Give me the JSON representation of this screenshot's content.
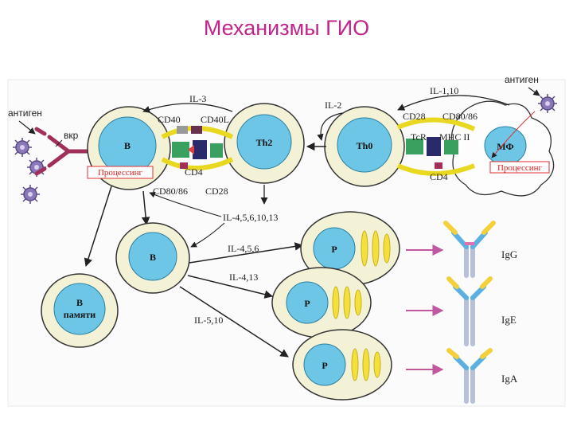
{
  "title": "Механизмы ГИО",
  "labels": {
    "antigen_left": "антиген",
    "antigen_right": "антиген",
    "bcr": "вкр",
    "il3": "IL-3",
    "il2": "IL-2",
    "il110": "IL-1,10",
    "cd40": "CD40",
    "cd40l": "CD40L",
    "cd28_top": "CD28",
    "cd8086_top": "CD80/86",
    "tcr": "TcR",
    "mhc": "MHC II",
    "cd4_left": "CD4",
    "cd4_right": "CD4",
    "cd8086_bottom": "CD80/86",
    "cd28_bottom": "CD28",
    "process_left": "Процессинг",
    "process_right": "Процессинг",
    "il4_13": "IL-4,5,6,10,13",
    "il456": "IL-4,5,6",
    "il413": "IL-4,13",
    "il510": "IL-5,10"
  },
  "cells": {
    "b_main": "B",
    "th2": "Th2",
    "th0": "Th0",
    "mf": "МФ",
    "b_mid": "B",
    "b_mem_line1": "B",
    "b_mem_line2": "памяти",
    "p1": "P",
    "p2": "P",
    "p3": "P"
  },
  "antibodies": {
    "igg": "IgG",
    "ige": "IgE",
    "iga": "IgA"
  },
  "colors": {
    "title": "#c0248a",
    "cell_body": "#f3f2d6",
    "nucleus": "#6ec6e6",
    "granule": "#f4e03a",
    "antigen": "#7a6aa8",
    "receptor": "#a0305a",
    "arrow_pink": "#c0579f"
  }
}
